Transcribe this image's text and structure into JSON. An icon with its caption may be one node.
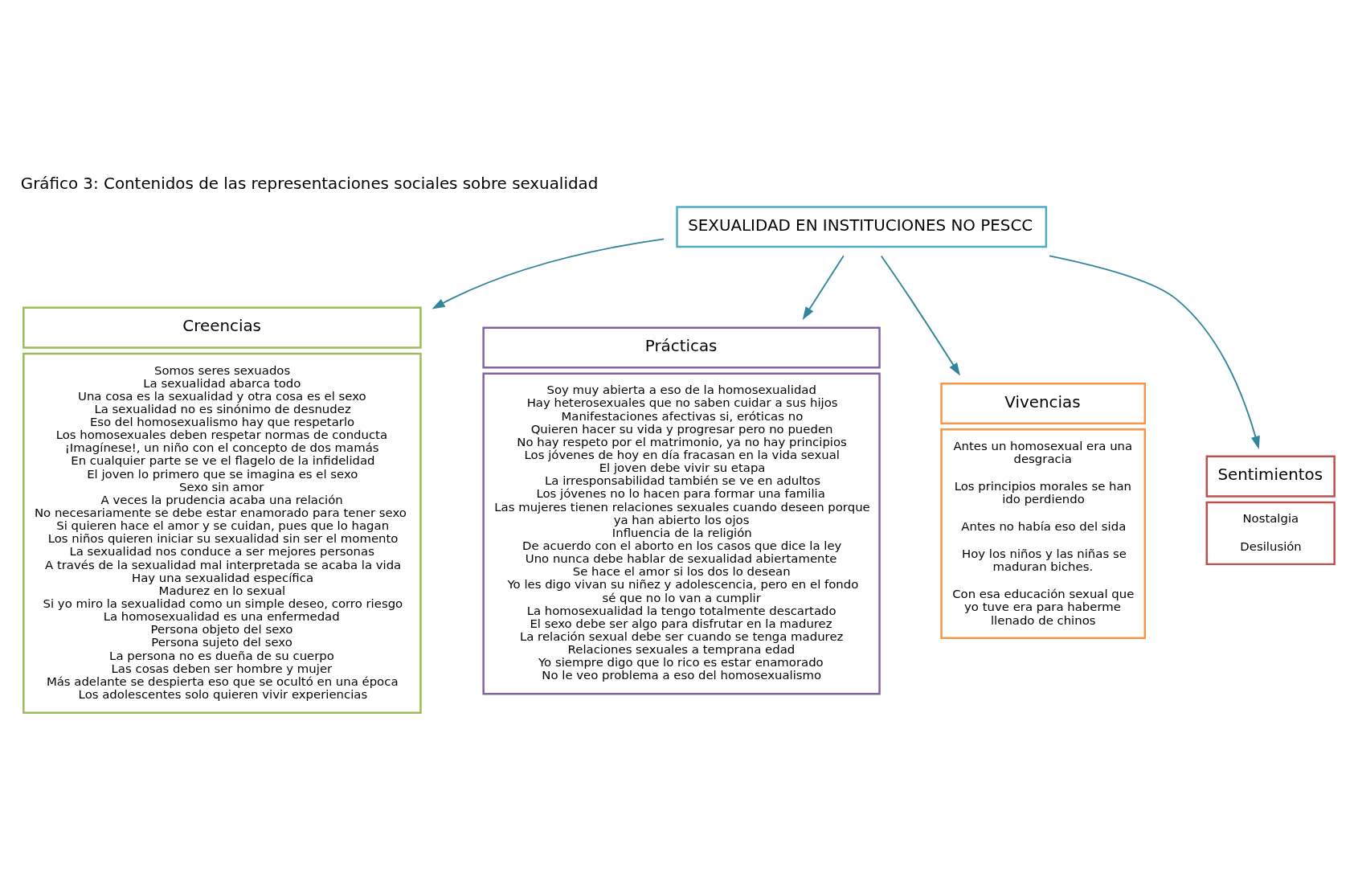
{
  "diagram": {
    "title": "Gráfico 3: Contenidos de las representaciones sociales sobre sexualidad",
    "nodes": [
      {
        "text": [
          "SEXUALIDAD EN INSTITUCIONES NO PESCC"
        ]
      },
      {
        "text": [
          "Creencias",
          "Somos seres sexuados",
          "La sexualidad abarca todo",
          "Una cosa es la sexualidad y otra cosa es el sexo",
          "La sexualidad no es sinónimo de desnudez",
          "Eso del homosexualismo hay que respetarlo",
          "Los homosexuales deben respetar normas de conducta",
          "¡Imagínese!, un niño con el concepto de dos mamás",
          "En cualquier parte se ve el flagelo de la infidelidad",
          "El joven lo primero que se imagina es el sexo",
          "Sexo sin amor",
          "A veces la prudencia acaba una relación",
          "No necesariamente se debe estar enamorado para tener sexo",
          "Si quieren hace el amor y se cuidan, pues que lo hagan",
          "Los niños quieren iniciar su sexualidad sin ser el momento",
          "La sexualidad nos conduce a ser mejores personas",
          "A través de la sexualidad mal interpretada se acaba la vida",
          "Hay una sexualidad específica",
          "Madurez en lo sexual",
          "Si yo miro la sexualidad como un simple deseo, corro riesgo",
          "La homosexualidad es una enfermedad",
          "Persona objeto del sexo",
          "Persona sujeto del sexo",
          "La persona no es dueña de su cuerpo",
          "Las cosas deben ser hombre y mujer",
          "Más adelante se despierta eso que se ocultó en una época",
          "Los adolescentes solo quieren vivir experiencias"
        ]
      },
      {
        "text": [
          "Prácticas",
          "Soy muy abierta a eso de la homosexualidad",
          "Hay heterosexuales que no saben cuidar a sus hijos",
          "Manifestaciones afectivas si, eróticas no",
          "Quieren hacer su vida y progresar pero no pueden",
          "No hay respeto por el matrimonio, ya no hay principios",
          "Los jóvenes de hoy en día fracasan en la vida sexual",
          "El joven debe vivir su etapa",
          "La irresponsabilidad también se ve en adultos",
          "Los jóvenes no lo hacen para formar una familia",
          "Las mujeres tienen relaciones sexuales cuando deseen porque ya han abierto los ojos",
          "Influencia de la religión",
          "De acuerdo con el aborto en los casos que dice la ley",
          "Uno nunca debe hablar de sexualidad abiertamente",
          "Se hace el amor si los dos lo desean",
          "Yo les digo vivan su niñez y adolescencia, pero en el fondo sé que no lo van a cumplir",
          "La homosexualidad la tengo totalmente descartado",
          "El sexo debe ser algo para disfrutar en la madurez",
          "La relación sexual debe ser cuando se tenga madurez",
          "Relaciones sexuales a temprana edad",
          "Yo siempre digo que lo rico es estar enamorado",
          "No le veo problema a eso del homosexualismo"
        ]
      },
      {
        "text": [
          "Vivencias",
          "Antes un homosexual era una desgracia",
          "Los principios morales se han ido perdiendo",
          "Antes no había eso del sida",
          "Hoy los niños y las niñas se maduran biches.",
          "Con esa educación sexual que yo tuve era para haberme llenado de chinos"
        ]
      },
      {
        "text": [
          "Sentimientos",
          "Nostalgia",
          "Desilusión"
        ]
      }
    ],
    "edges": [
      {
        "from": 0,
        "to": 1,
        "arrow": "to"
      },
      {
        "from": 0,
        "to": 2,
        "arrow": "to"
      },
      {
        "from": 0,
        "to": 3,
        "arrow": "to"
      },
      {
        "from": 0,
        "to": 4,
        "arrow": "to"
      }
    ]
  }
}
